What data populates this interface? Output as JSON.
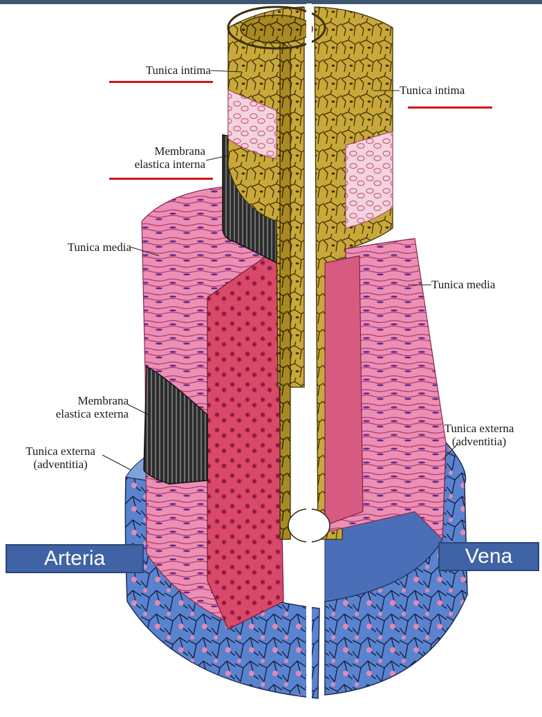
{
  "colors": {
    "frame": "#3e5670",
    "underline": "#d11212",
    "box_fill": "#3f63a4",
    "intima": "#c9a83a",
    "media": "#e889b0",
    "externa": "#4e78c8",
    "elastic": "#2a2a2a"
  },
  "labels": {
    "artery_intima": "Tunica intima",
    "artery_elastica_interna_1": "Membrana",
    "artery_elastica_interna_2": "elastica interna",
    "artery_media": "Tunica media",
    "artery_elastica_externa_1": "Membrana",
    "artery_elastica_externa_2": "elastica externa",
    "artery_externa_1": "Tunica externa",
    "artery_externa_2": "(adventitia)",
    "vein_intima": "Tunica intima",
    "vein_media": "Tunica media",
    "vein_externa_1": "Tunica externa",
    "vein_externa_2": "(adventitia)"
  },
  "boxes": {
    "artery": "Arteria",
    "vein": "Vena"
  }
}
